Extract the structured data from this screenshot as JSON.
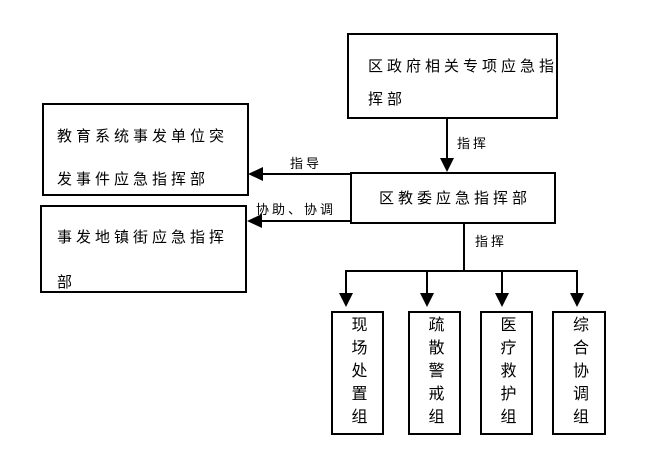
{
  "diagram": {
    "boxes": {
      "gov": {
        "line1": "区政府相关专项应急指",
        "line2": "挥部"
      },
      "edu": {
        "line1": "教育系统事发单位突",
        "line2": "发事件应急指挥部"
      },
      "town": {
        "line1": "事发地镇街应急指挥",
        "line2": "部"
      },
      "center": {
        "label": "区教委应急指挥部"
      },
      "groups": [
        "现场处置组",
        "疏散警戒组",
        "医疗救护组",
        "综合协调组"
      ]
    },
    "edge_labels": {
      "command_top": "指挥",
      "guidance": "指导",
      "assist_coordinate": "协助、协调",
      "command_bottom": "指挥"
    },
    "colors": {
      "background": "#ffffff",
      "line": "#000000",
      "box_border": "#000000",
      "text": "#000000"
    }
  }
}
